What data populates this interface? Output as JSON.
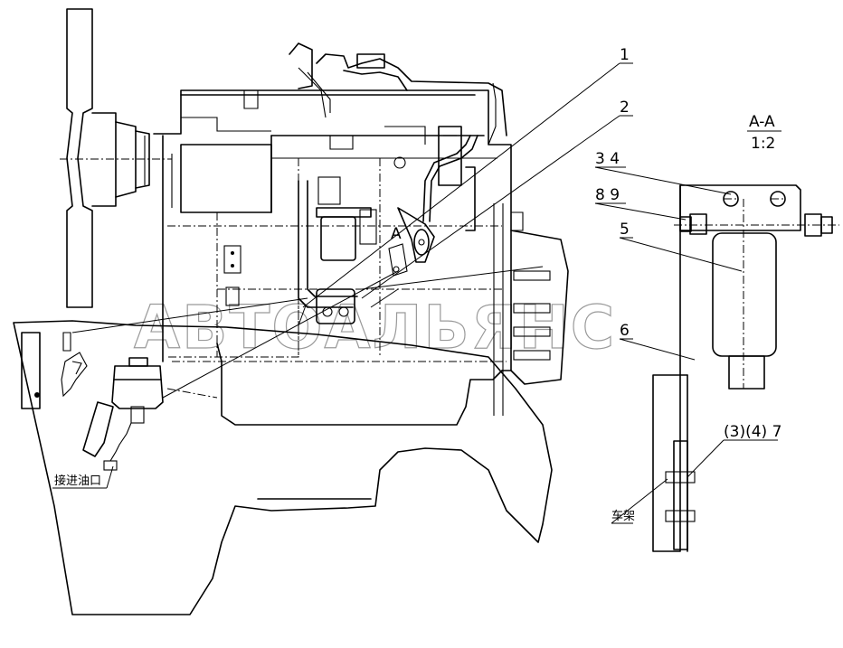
{
  "labels": {
    "part_1": "1",
    "part_2": "2",
    "part_3_4": "3 4",
    "part_8_9": "8 9",
    "part_5": "5",
    "part_6": "6",
    "part_3_4_7": "(3)(4) 7",
    "section_mark": "A",
    "section_title": "A-A",
    "section_scale": "1:2",
    "inlet_note": "接进油口",
    "frame_note": "车架"
  },
  "watermark": "АВТОАЛЬЯНС"
}
